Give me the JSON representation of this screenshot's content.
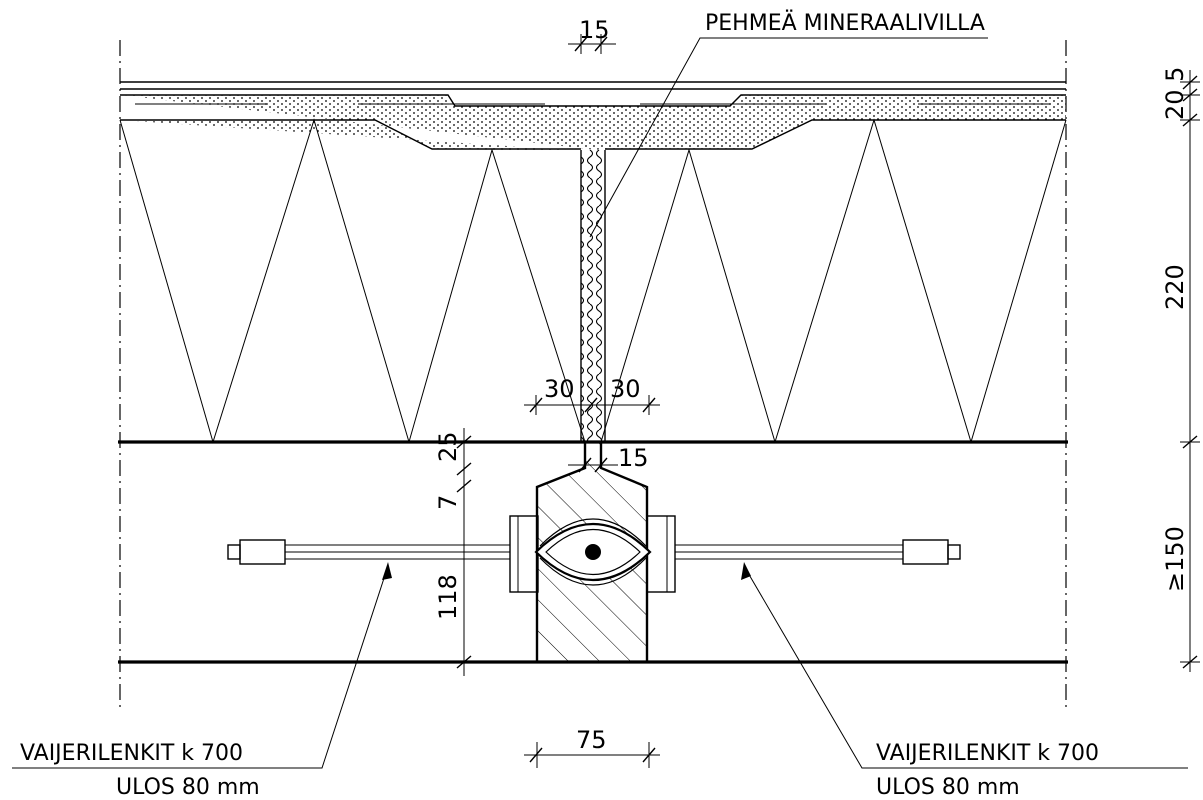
{
  "labels": {
    "insulation_note": "PEHMEÄ MINERAALIVILLA",
    "wire_loop_left_line1": "VAIJERILENKIT  k  700",
    "wire_loop_left_line2": "ULOS  80  mm",
    "wire_loop_right_line1": "VAIJERILENKIT  k  700",
    "wire_loop_right_line2": "ULOS  80  mm"
  },
  "dimensions": {
    "joint_gap_top": "15",
    "top_layers": "20 5",
    "panel_thickness": "220",
    "bottom_zone": "≥150",
    "left_offset": "30",
    "right_offset": "30",
    "tongue_width": "15",
    "step_25": "25",
    "step_7": "7",
    "joint_height": "118",
    "joint_width": "75"
  }
}
